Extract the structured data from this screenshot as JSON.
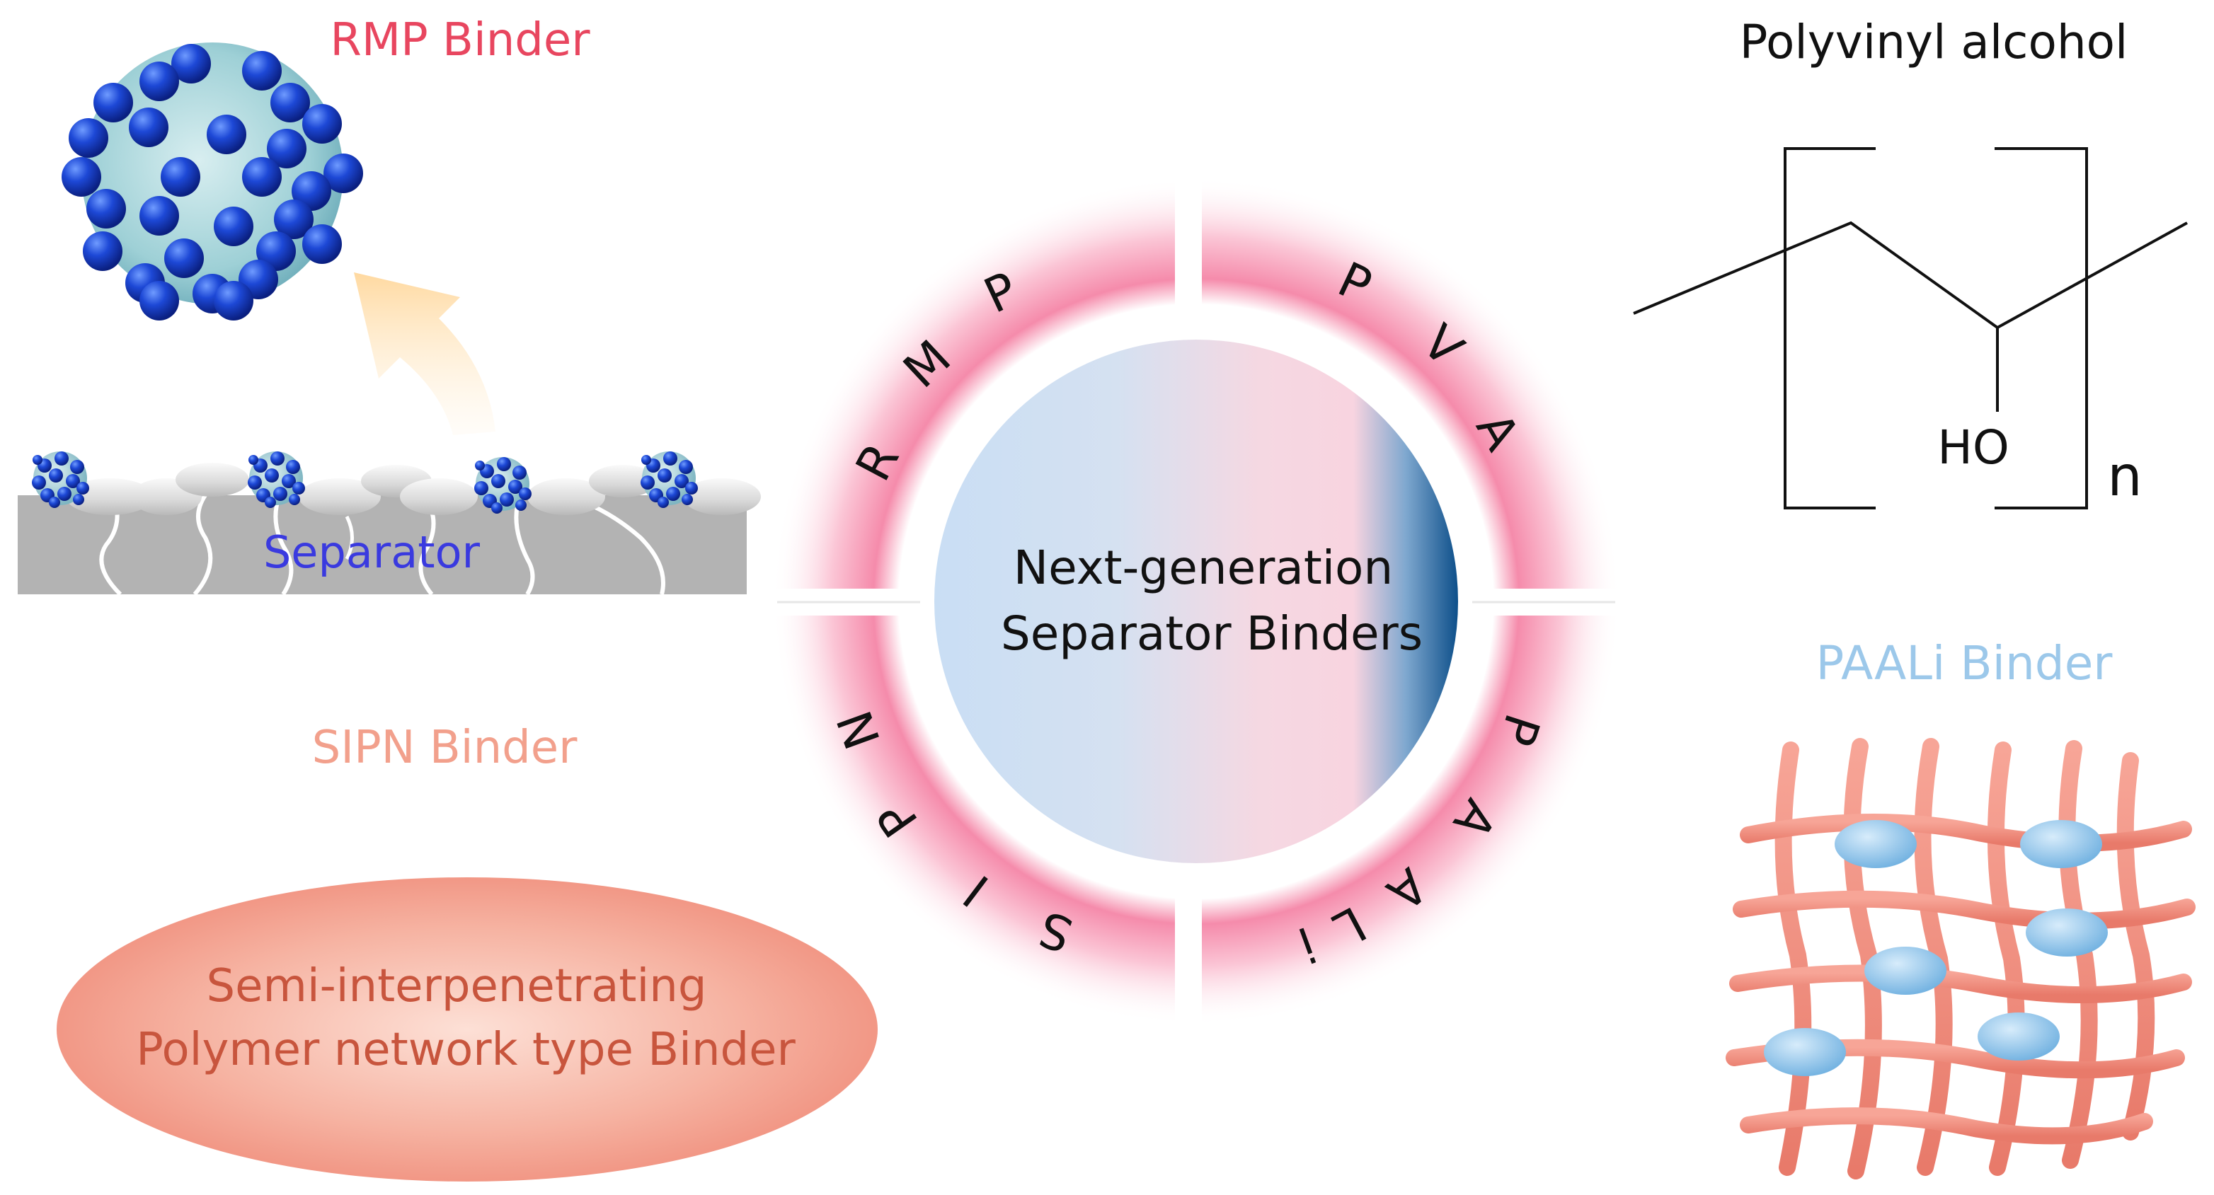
{
  "labels": {
    "rmp_binder": "RMP Binder",
    "separator": "Separator",
    "sipn_binder": "SIPN Binder",
    "sipn_line1": "Semi-interpenetrating",
    "sipn_line2": "Polymer network type Binder",
    "center_line1": "Next-generation",
    "center_line2": "Separator Binders",
    "pva_title": "Polyvinyl alcohol",
    "ho": "HO",
    "n": "n",
    "paali_binder": "PAALi Binder"
  },
  "ring_letters": {
    "rmp": [
      "R",
      "M",
      "P"
    ],
    "pva": [
      "P",
      "V",
      "A"
    ],
    "paali": [
      "P",
      "A",
      "A",
      "L",
      "i"
    ],
    "sipn": [
      "S",
      "I",
      "P",
      "N"
    ]
  },
  "colors": {
    "rmp_red": "#e8465f",
    "separator_blue": "#3a3adf",
    "sipn_salmon": "#f2a08c",
    "sipn_text": "#c8553d",
    "paali_blue": "#9cc8ea",
    "ring_pink": "#f28caa",
    "bead_blue": "#1a3fc8",
    "mesh_orange": "#f2968a"
  }
}
